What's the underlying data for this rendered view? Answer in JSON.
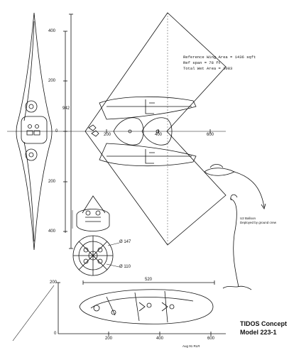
{
  "front_view": {
    "scale_ticks": [
      "400",
      "200",
      "0",
      "200",
      "400"
    ],
    "span_label": "942"
  },
  "planform": {
    "notes": [
      "Reference Wing Area = 1436 sqft",
      "Ref span = 78 ft",
      "Total Wet Area = 3083"
    ],
    "axis_ticks": [
      "200",
      "400",
      "600"
    ]
  },
  "balloon": {
    "label": "U2 Balloon",
    "sublabel": "Deployed by ground crew"
  },
  "pod_section": {
    "diameter_outer": "Ø 147",
    "diameter_inner": "Ø 110"
  },
  "side_view": {
    "y_ticks": [
      "200",
      "0"
    ],
    "x_ticks": [
      "200",
      "400",
      "600"
    ],
    "length_label": "520"
  },
  "title_block": {
    "line1": "TIDOS Concept",
    "line2": "Model 223-1",
    "date_mark": "Aug 91 RLR"
  }
}
